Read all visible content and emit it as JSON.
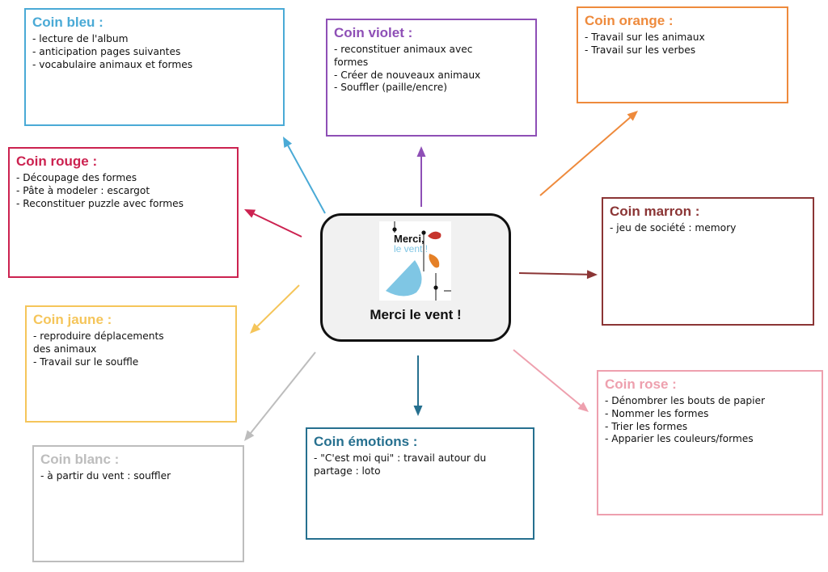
{
  "center": {
    "title": "Merci le vent !",
    "cover_title": "Merci,",
    "cover_subtitle": "le vent !"
  },
  "corners": [
    {
      "id": "bleu",
      "title": "Coin bleu :",
      "color": "#4aaad6",
      "items": [
        "- lecture de l'album",
        "- anticipation pages suivantes",
        "- vocabulaire animaux et formes"
      ]
    },
    {
      "id": "violet",
      "title": "Coin violet :",
      "color": "#8e4fb6",
      "items": [
        "- reconstituer animaux avec",
        "formes",
        "- Créer de nouveaux animaux",
        "- Souffler (paille/encre)"
      ]
    },
    {
      "id": "orange",
      "title": "Coin orange :",
      "color": "#ee8a3c",
      "items": [
        "- Travail sur les animaux",
        "- Travail sur les verbes"
      ]
    },
    {
      "id": "rouge",
      "title": "Coin rouge :",
      "color": "#cc2250",
      "items": [
        "- Découpage des formes",
        "- Pâte à modeler : escargot",
        "- Reconstituer puzzle avec formes"
      ]
    },
    {
      "id": "marron",
      "title": "Coin marron :",
      "color": "#8b3535",
      "items": [
        "- jeu de société : memory"
      ]
    },
    {
      "id": "jaune",
      "title": "Coin jaune :",
      "color": "#f5c55a",
      "items": [
        "- reproduire déplacements",
        "des animaux",
        "- Travail sur le souffle"
      ]
    },
    {
      "id": "rose",
      "title": "Coin rose :",
      "color": "#eea0ae",
      "items": [
        "- Dénombrer les bouts de papier",
        "- Nommer les formes",
        "- Trier les formes",
        "- Apparier les couleurs/formes"
      ]
    },
    {
      "id": "blanc",
      "title": "Coin blanc :",
      "color": "#bdbdbd",
      "items": [
        "- à partir du vent : souffler"
      ]
    },
    {
      "id": "emotions",
      "title": "Coin émotions :",
      "color": "#26708f",
      "items": [
        "- \"C'est moi qui\" : travail autour du",
        "partage : loto"
      ]
    }
  ]
}
